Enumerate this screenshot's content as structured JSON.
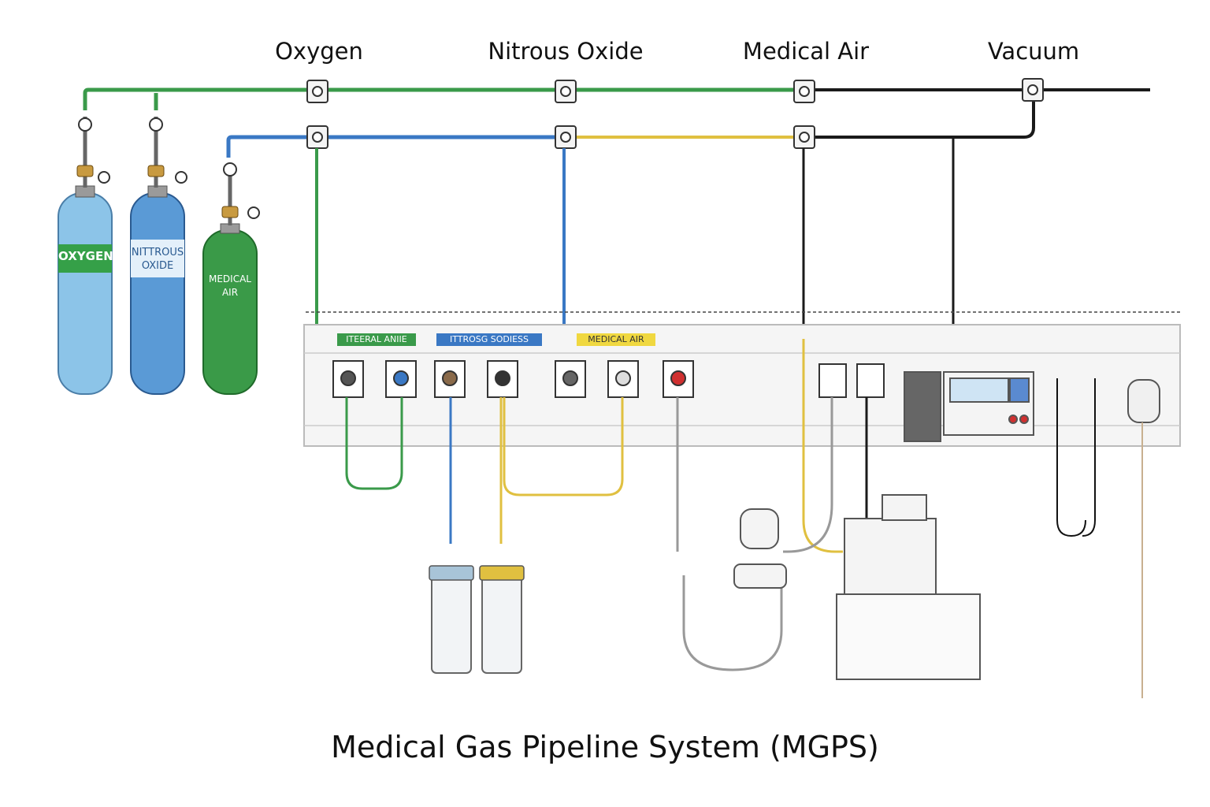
{
  "title": "Medical Gas Pipeline System (MGPS)",
  "columns": [
    {
      "label": "Oxygen"
    },
    {
      "label": "Nitrous Oxide"
    },
    {
      "label": "Medical Air"
    },
    {
      "label": "Vacuum"
    }
  ],
  "cylinders": [
    {
      "label_line1": "OXYGEN",
      "label_line2": ""
    },
    {
      "label_line1": "NITTROUS",
      "label_line2": "OXIDE"
    },
    {
      "label_line1": "MEDICAL",
      "label_line2": "AIR"
    }
  ],
  "panel_tags": [
    {
      "text": "ITEERAL ANIIE"
    },
    {
      "text": "ITTROSG SODIESS"
    },
    {
      "text": "MEDICAL AIR"
    }
  ],
  "colors": {
    "oxygen": "#3a9a4a",
    "nitrous": "#3a78c4",
    "medical_air": "#e0c040",
    "vacuum": "#1a1a1a",
    "oxygen_cylinder": "#8cc4e8",
    "nitrous_cylinder": "#5a9ad6",
    "air_cylinder": "#3a9a48"
  }
}
